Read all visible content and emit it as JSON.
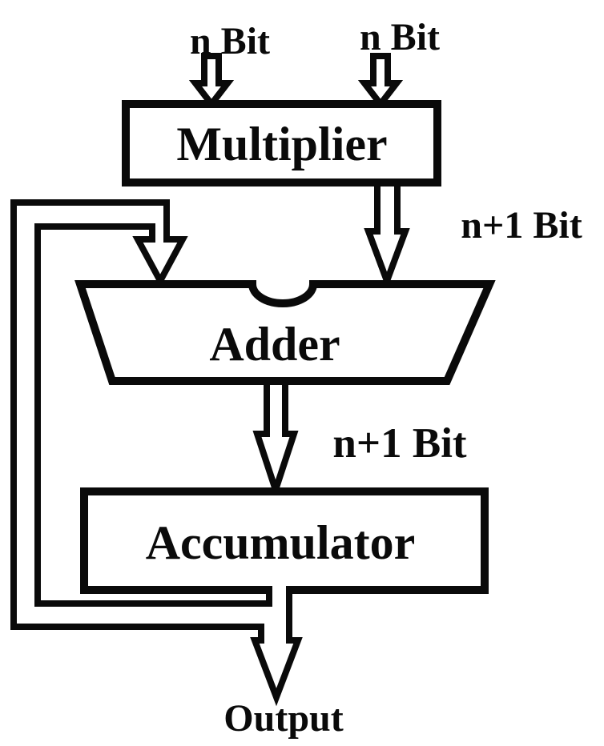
{
  "diagram": {
    "title": "Multiply-Accumulate (MAC) unit block diagram",
    "colors": {
      "ink": "#0a0a0a",
      "background": "#ffffff"
    },
    "inputs": {
      "left_label": "n Bit",
      "right_label": "n Bit"
    },
    "blocks": {
      "multiplier": "Multiplier",
      "adder": "Adder",
      "accumulator": "Accumulator"
    },
    "signals": {
      "multiplier_output": "n+1 Bit",
      "adder_output": "n+1 Bit"
    },
    "output_label": "Output"
  }
}
